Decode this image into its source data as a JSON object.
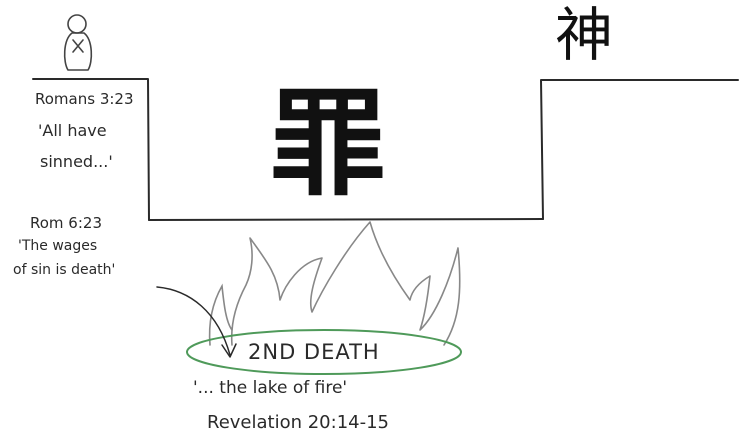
{
  "characters": {
    "god": "神",
    "sin": "罪"
  },
  "left_note": {
    "ref": "Romans 3:23",
    "line1": "'All have",
    "line2": "sinned...'"
  },
  "wages_note": {
    "ref": "Rom 6:23",
    "line1": "'The wages",
    "line2": "of sin is death'"
  },
  "death_label": "2ND DEATH",
  "lake_quote": "'... the lake of fire'",
  "lake_ref": "Revelation 20:14-15",
  "colors": {
    "ink": "#2a2a2a",
    "lake_outline": "#4f9a5a",
    "flame": "#888888"
  }
}
